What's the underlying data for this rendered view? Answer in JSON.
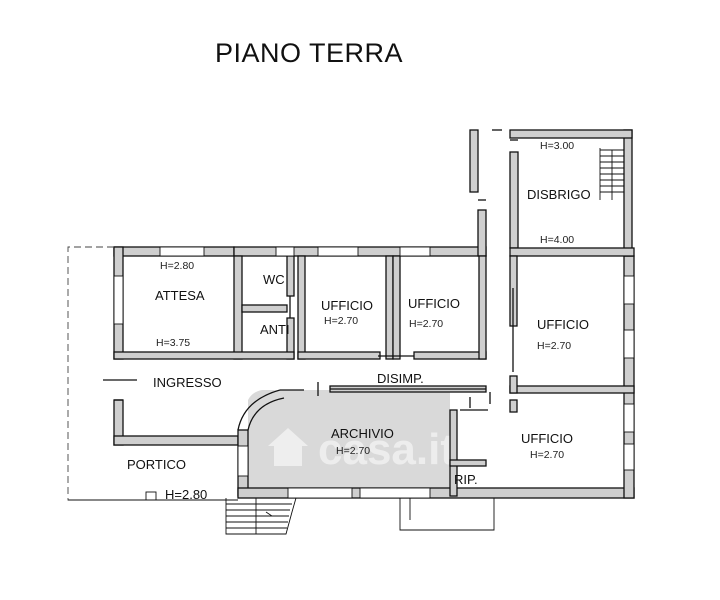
{
  "title": "PIANO TERRA",
  "rooms": {
    "attesa": {
      "label": "ATTESA",
      "height": "H=2.80",
      "height2": "H=3.75"
    },
    "wc": {
      "label": "WC"
    },
    "anti": {
      "label": "ANTI"
    },
    "ufficio_1": {
      "label": "UFFICIO",
      "height": "H=2.70"
    },
    "ufficio_2": {
      "label": "UFFICIO",
      "height": "H=2.70"
    },
    "disbrigo": {
      "label": "DISBRIGO",
      "height_top": "H=3.00",
      "height_bottom": "H=4.00"
    },
    "ufficio_3": {
      "label": "UFFICIO",
      "height": "H=2.70"
    },
    "ingresso": {
      "label": "INGRESSO"
    },
    "disimp": {
      "label": "DISIMP."
    },
    "archivio": {
      "label": "ARCHIVIO",
      "height": "H=2.70"
    },
    "ufficio_4": {
      "label": "UFFICIO",
      "height": "H=2.70"
    },
    "portico": {
      "label": "PORTICO",
      "height": "H=2.80"
    },
    "rip": {
      "label": "RIP."
    }
  },
  "watermark": {
    "text": "casa.it",
    "icon": "house-icon"
  }
}
